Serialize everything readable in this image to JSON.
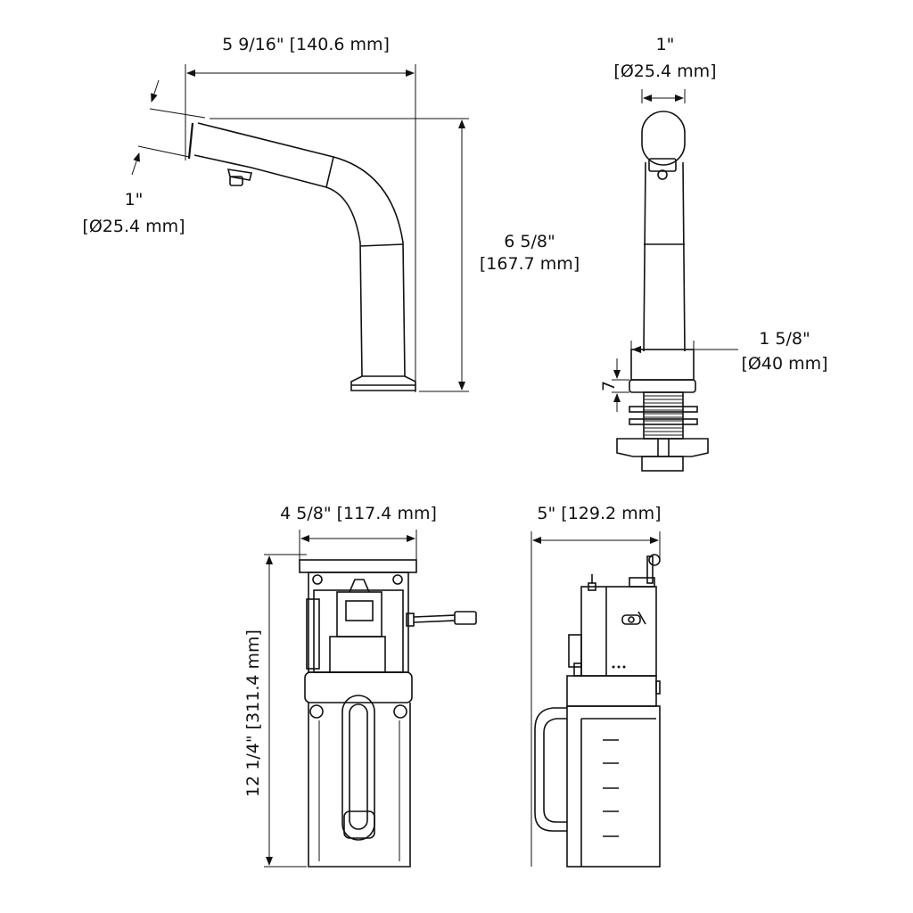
{
  "faucet_side": {
    "width_label": "5 9/16\" [140.6 mm]",
    "height_label_1": "6 5/8\"",
    "height_label_2": "[167.7 mm]",
    "spout_label_1": "1\"",
    "spout_label_2": "[Ø25.4 mm]"
  },
  "faucet_front": {
    "top_label_1": "1\"",
    "top_label_2": "[Ø25.4 mm]",
    "base_label_1": "1 5/8\"",
    "base_label_2": "[Ø40 mm]",
    "small_label": "7"
  },
  "control_box_front": {
    "width_label": "4 5/8\" [117.4 mm]",
    "height_label": "12 1/4\" [311.4 mm]"
  },
  "control_box_side": {
    "width_label": "5\" [129.2  mm]"
  }
}
